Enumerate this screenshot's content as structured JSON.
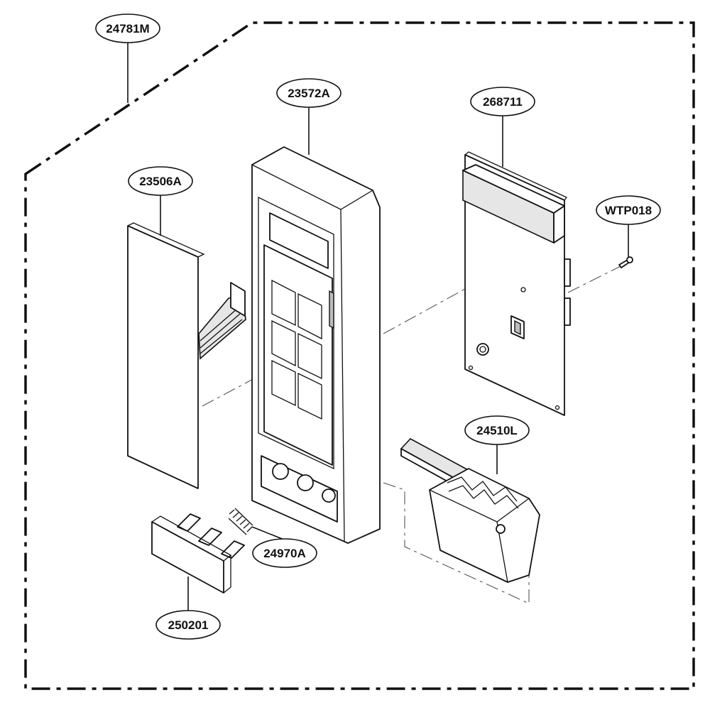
{
  "callouts": {
    "c_24781M": "24781M",
    "c_23572A": "23572A",
    "c_268711": "268711",
    "c_23506A": "23506A",
    "c_WTP018": "WTP018",
    "c_24510L": "24510L",
    "c_24970A": "24970A",
    "c_250201": "250201"
  }
}
